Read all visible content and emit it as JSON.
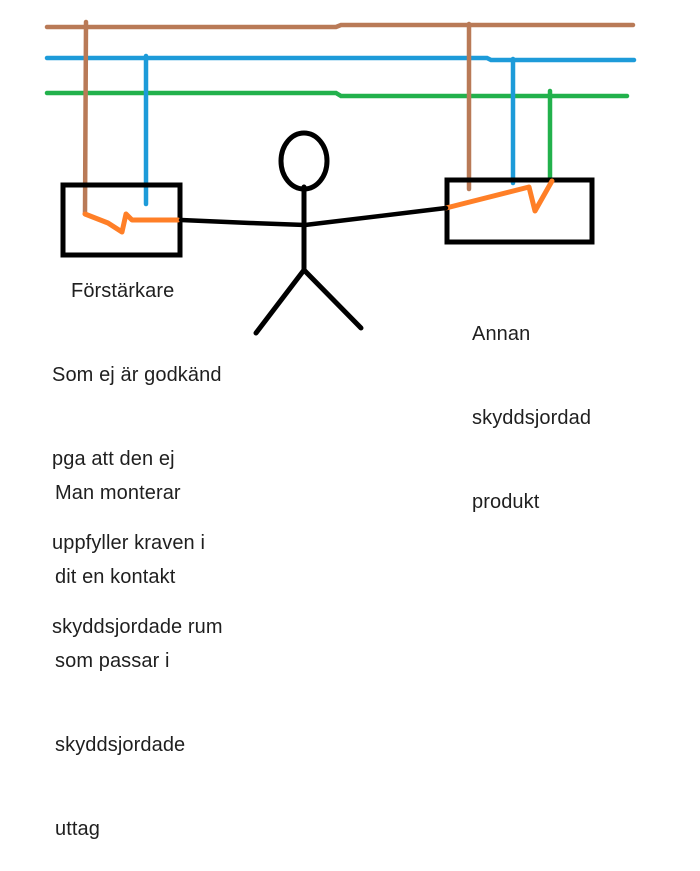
{
  "colors": {
    "brown": "#b97a57",
    "blue": "#1d9bd9",
    "green": "#22b14c",
    "orange": "#ff7f27",
    "ink": "#000000",
    "text": "#1f1f1f",
    "background": "#ffffff"
  },
  "labels": {
    "left_box_caption": "Förstärkare",
    "left_note_lines": [
      "Som ej är godkänd",
      "pga att den ej",
      "uppfyller kraven i",
      "skyddsjordade rum"
    ],
    "left_note2_lines": [
      "Man monterar",
      "dit en kontakt",
      "som passar i",
      "skyddsjordade",
      "uttag"
    ],
    "right_box_caption_lines": [
      "Annan",
      "skyddsjordad",
      "produkt"
    ]
  }
}
